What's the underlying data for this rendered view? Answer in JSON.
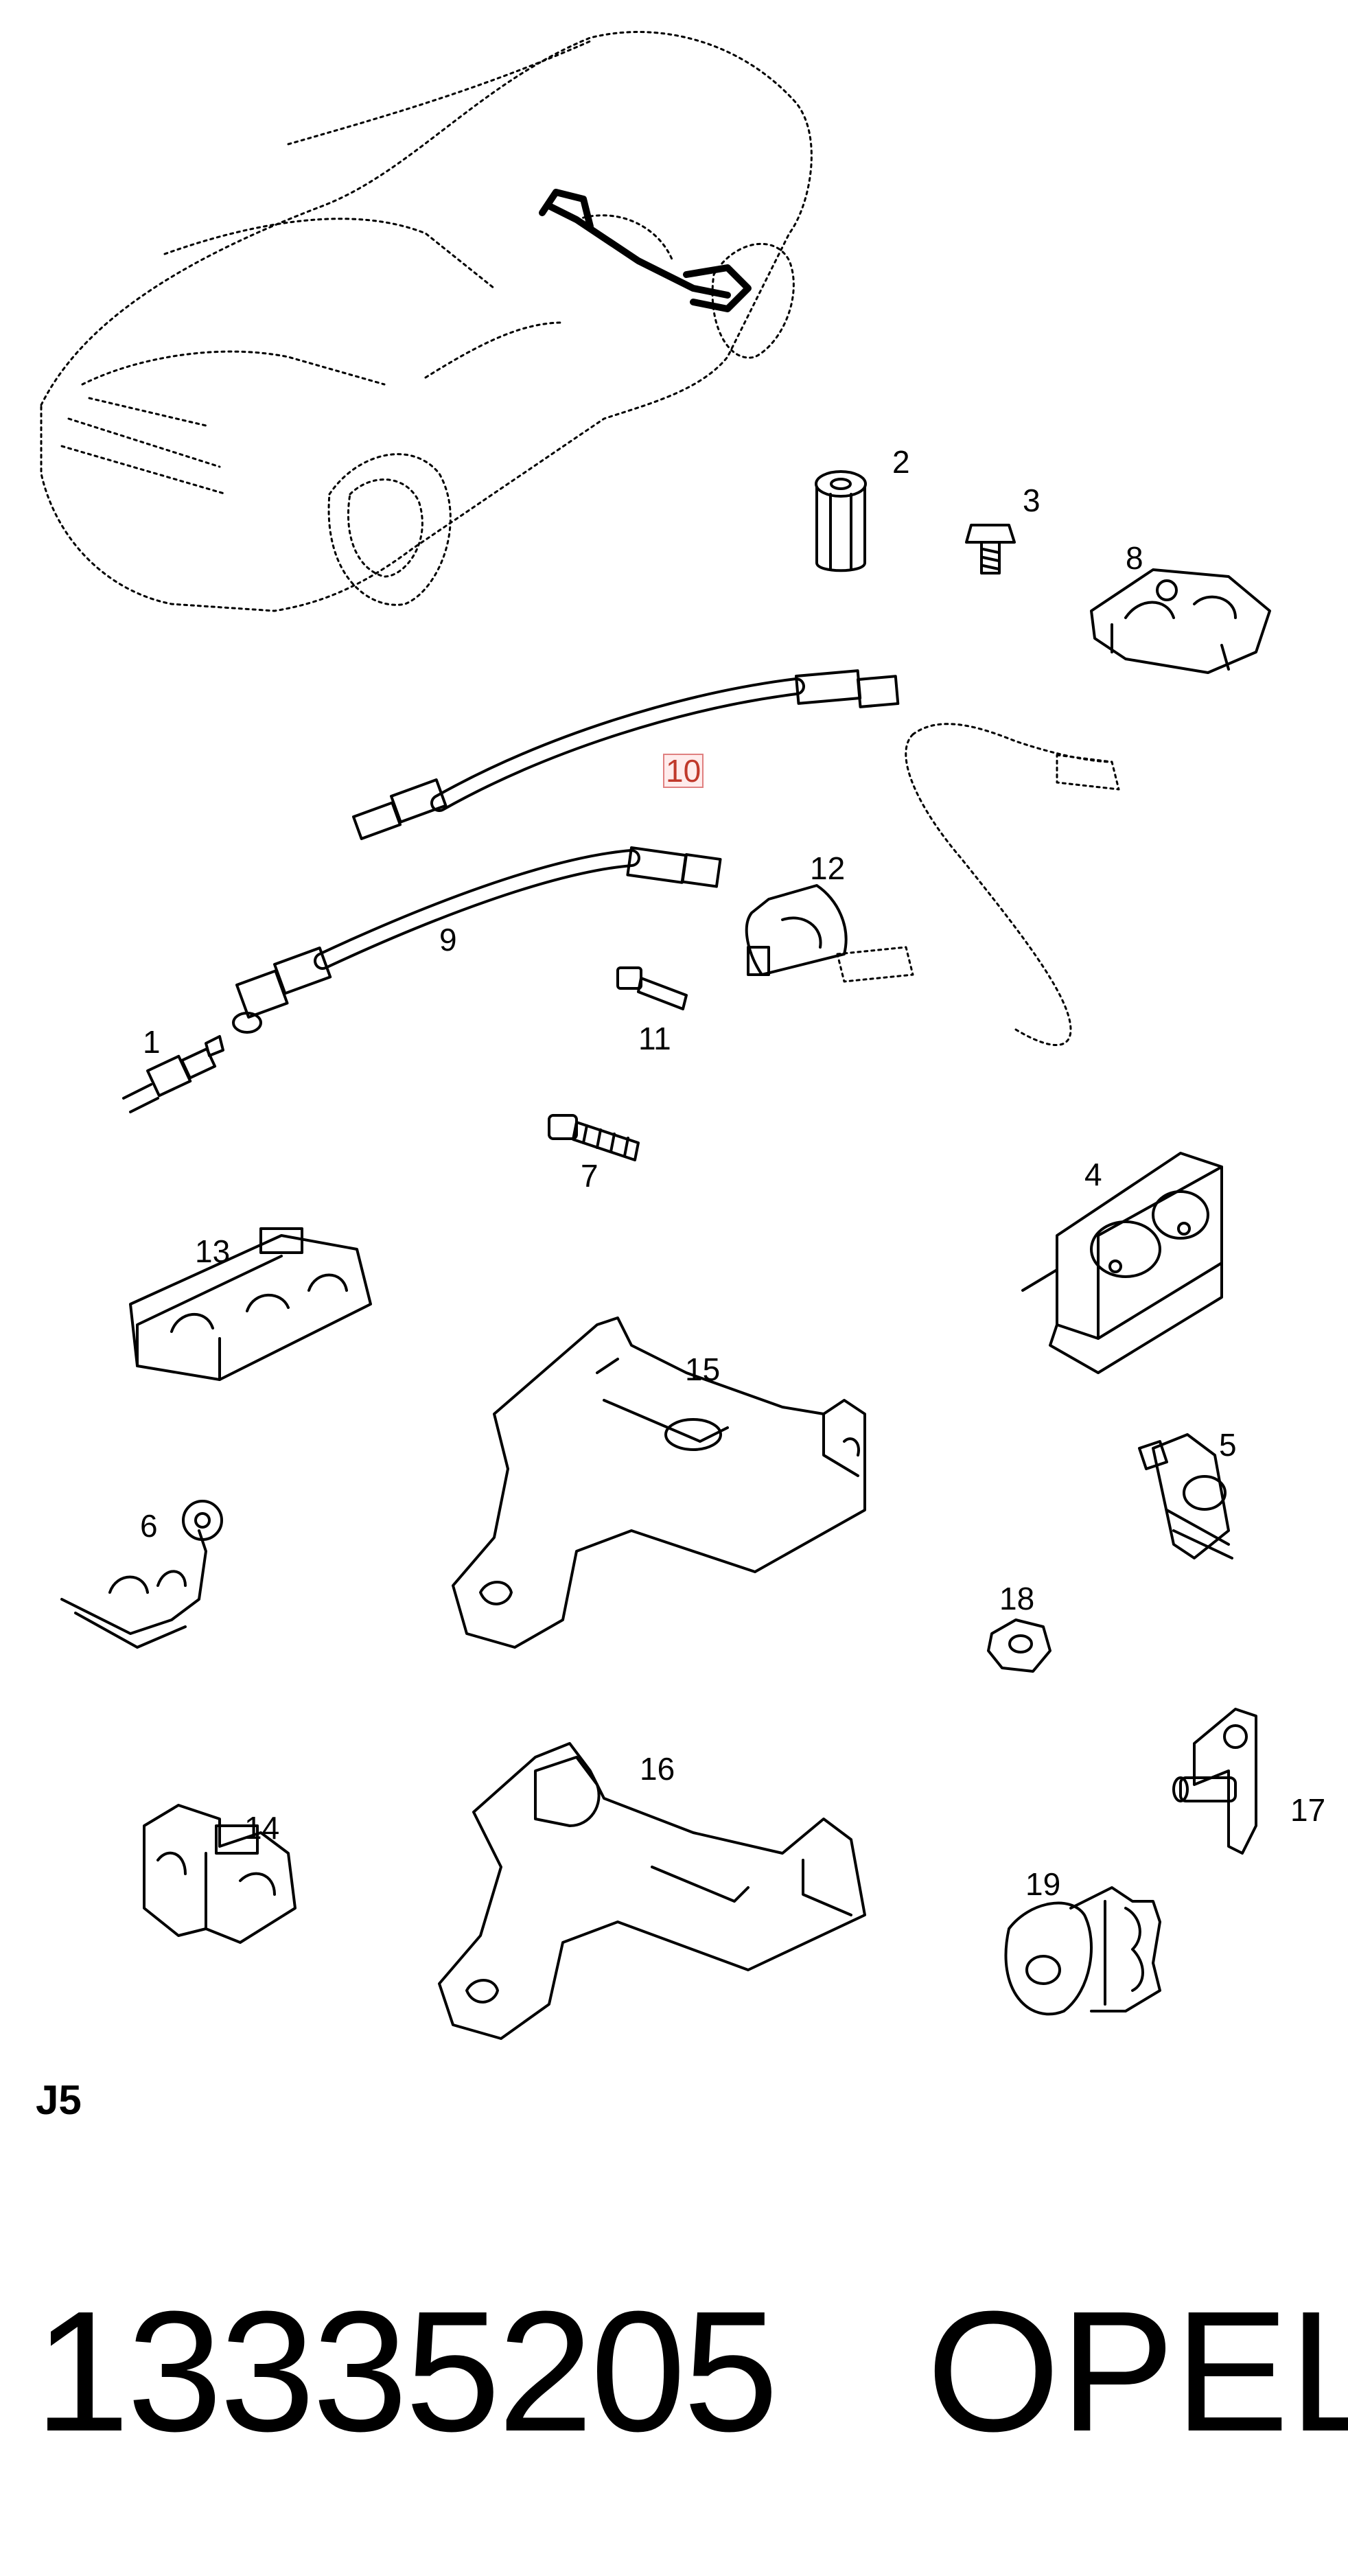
{
  "callouts": [
    {
      "id": "c1",
      "text": "1"
    },
    {
      "id": "c2",
      "text": "2"
    },
    {
      "id": "c3",
      "text": "3"
    },
    {
      "id": "c4",
      "text": "4"
    },
    {
      "id": "c5",
      "text": "5"
    },
    {
      "id": "c6",
      "text": "6"
    },
    {
      "id": "c7",
      "text": "7"
    },
    {
      "id": "c8",
      "text": "8"
    },
    {
      "id": "c9",
      "text": "9"
    },
    {
      "id": "c10",
      "text": "10"
    },
    {
      "id": "c11",
      "text": "11"
    },
    {
      "id": "c12",
      "text": "12"
    },
    {
      "id": "c13",
      "text": "13"
    },
    {
      "id": "c14",
      "text": "14"
    },
    {
      "id": "c15",
      "text": "15"
    },
    {
      "id": "c16",
      "text": "16"
    },
    {
      "id": "c17",
      "text": "17"
    },
    {
      "id": "c18",
      "text": "18"
    },
    {
      "id": "c19",
      "text": "19"
    }
  ],
  "highlighted_callout": "10",
  "section_code": "J5",
  "part_number": "13335205",
  "brand": "OPEL",
  "colors": {
    "line": "#000000",
    "highlight": "#c0392b",
    "background": "#ffffff"
  }
}
